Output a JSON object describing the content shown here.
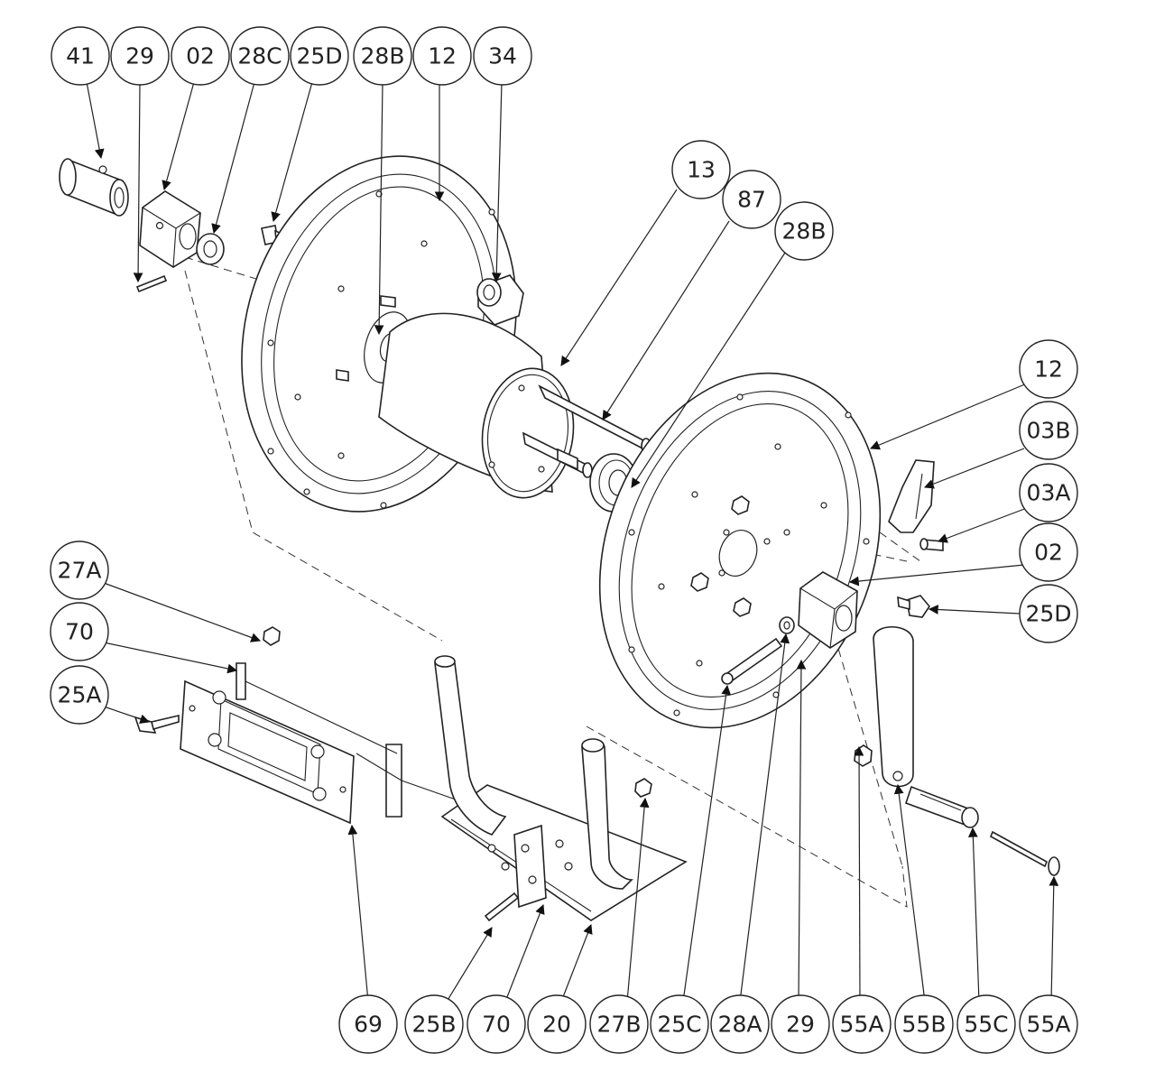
{
  "diagram": {
    "type": "exploded-assembly",
    "callouts": [
      {
        "id": "c-41",
        "label": "41"
      },
      {
        "id": "c-29-top",
        "label": "29"
      },
      {
        "id": "c-02-top",
        "label": "02"
      },
      {
        "id": "c-28c",
        "label": "28C"
      },
      {
        "id": "c-25d-top",
        "label": "25D"
      },
      {
        "id": "c-28b-top",
        "label": "28B"
      },
      {
        "id": "c-12-top",
        "label": "12"
      },
      {
        "id": "c-34",
        "label": "34"
      },
      {
        "id": "c-13",
        "label": "13"
      },
      {
        "id": "c-87",
        "label": "87"
      },
      {
        "id": "c-28b-mid",
        "label": "28B"
      },
      {
        "id": "c-12-right",
        "label": "12"
      },
      {
        "id": "c-03b",
        "label": "03B"
      },
      {
        "id": "c-03a",
        "label": "03A"
      },
      {
        "id": "c-02-right",
        "label": "02"
      },
      {
        "id": "c-25d-right",
        "label": "25D"
      },
      {
        "id": "c-27a",
        "label": "27A"
      },
      {
        "id": "c-70-left",
        "label": "70"
      },
      {
        "id": "c-25a-left",
        "label": "25A"
      },
      {
        "id": "c-69",
        "label": "69"
      },
      {
        "id": "c-25b",
        "label": "25B"
      },
      {
        "id": "c-70-bottom",
        "label": "70"
      },
      {
        "id": "c-20",
        "label": "20"
      },
      {
        "id": "c-27b",
        "label": "27B"
      },
      {
        "id": "c-25c",
        "label": "25C"
      },
      {
        "id": "c-28a",
        "label": "28A"
      },
      {
        "id": "c-29-bottom",
        "label": "29"
      },
      {
        "id": "c-55a-1",
        "label": "55A"
      },
      {
        "id": "c-55b",
        "label": "55B"
      },
      {
        "id": "c-55c",
        "label": "55C"
      },
      {
        "id": "c-55a-2",
        "label": "55A"
      }
    ]
  }
}
